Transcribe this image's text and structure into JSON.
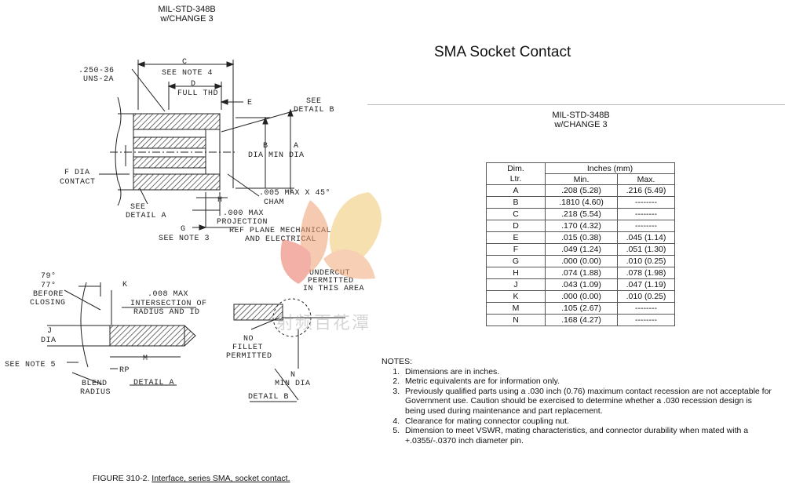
{
  "left_header": {
    "line1": "MIL-STD-348B",
    "line2": "w/CHANGE 3"
  },
  "page_title": "SMA Socket Contact",
  "right_header": {
    "line1": "MIL-STD-348B",
    "line2": "w/CHANGE 3"
  },
  "drawing_labels": {
    "thread1": ".250-36",
    "thread2": "UNS-2A",
    "c": "C",
    "see_note_4": "SEE NOTE 4",
    "d": "D",
    "full_thd": "FULL THD",
    "e": "E",
    "see_detail_b1": "SEE",
    "see_detail_b2": "DETAIL B",
    "b": "B",
    "a": "A",
    "dia_min_dia": "DIA MIN DIA",
    "f_dia": "F DIA",
    "contact": "CONTACT",
    "cham1": ".005 MAX X 45°",
    "cham2": "CHAM",
    "see_detail_a1": "SEE",
    "see_detail_a2": "DETAIL A",
    "h": "H",
    "proj1": ".000 MAX",
    "proj2": "PROJECTION",
    "g": "G",
    "see_note_3": "SEE NOTE 3",
    "ref_plane1": "REF PLANE MECHANICAL",
    "ref_plane2": "AND ELECTRICAL",
    "deg79": "79°",
    "deg77": "77°",
    "before": "BEFORE",
    "closing": "CLOSING",
    "k": "K",
    "int1": ".008 MAX",
    "int2": "INTERSECTION OF",
    "int3": "RADIUS AND ID",
    "j": "J",
    "dia": "DIA",
    "see_note_5": "SEE NOTE 5",
    "m": "M",
    "rp": "RP",
    "blend1": "BLEND",
    "blend2": "RADIUS",
    "detail_a": "DETAIL A",
    "undercut1": "UNDERCUT",
    "undercut2": "PERMITTED",
    "undercut3": "IN THIS AREA",
    "no": "NO",
    "fillet": "FILLET",
    "permitted": "PERMITTED",
    "n": "N",
    "min_dia": "MIN DIA",
    "detail_b": "DETAIL B"
  },
  "watermark": "射频百花潭",
  "table": {
    "header_dim": "Dim.",
    "header_ltr": "Ltr.",
    "header_units": "Inches (mm)",
    "header_min": "Min.",
    "header_max": "Max.",
    "rows": [
      {
        "ltr": "A",
        "min": ".208 (5.28)",
        "max": ".216 (5.49)"
      },
      {
        "ltr": "B",
        "min": ".1810 (4.60)",
        "max": "--------"
      },
      {
        "ltr": "C",
        "min": ".218 (5.54)",
        "max": "--------"
      },
      {
        "ltr": "D",
        "min": ".170 (4.32)",
        "max": "--------"
      },
      {
        "ltr": "E",
        "min": ".015 (0.38)",
        "max": ".045 (1.14)"
      },
      {
        "ltr": "F",
        "min": ".049 (1.24)",
        "max": ".051 (1.30)"
      },
      {
        "ltr": "G",
        "min": ".000 (0.00)",
        "max": ".010 (0.25)"
      },
      {
        "ltr": "H",
        "min": ".074 (1.88)",
        "max": ".078 (1.98)"
      },
      {
        "ltr": "J",
        "min": ".043 (1.09)",
        "max": ".047 (1.19)"
      },
      {
        "ltr": "K",
        "min": ".000 (0.00)",
        "max": ".010 (0.25)"
      },
      {
        "ltr": "M",
        "min": ".105 (2.67)",
        "max": "--------"
      },
      {
        "ltr": "N",
        "min": ".168 (4.27)",
        "max": "--------"
      }
    ]
  },
  "notes": {
    "title": "NOTES:",
    "items": [
      "Dimensions are in inches.",
      "Metric equivalents are for information only.",
      "Previously qualified parts using a .030 inch (0.76) maximum contact recession are not acceptable for Government use.  Caution should be exercised to determine whether a .030 recession design is being used during maintenance and part replacement.",
      "Clearance for mating connector coupling nut.",
      "Dimension to meet VSWR, mating characteristics, and connector durability when mated with a +.0355/-.0370 inch diameter pin."
    ]
  },
  "caption": {
    "prefix": "FIGURE 310-2.  ",
    "text": "Interface, series SMA, socket contact."
  }
}
